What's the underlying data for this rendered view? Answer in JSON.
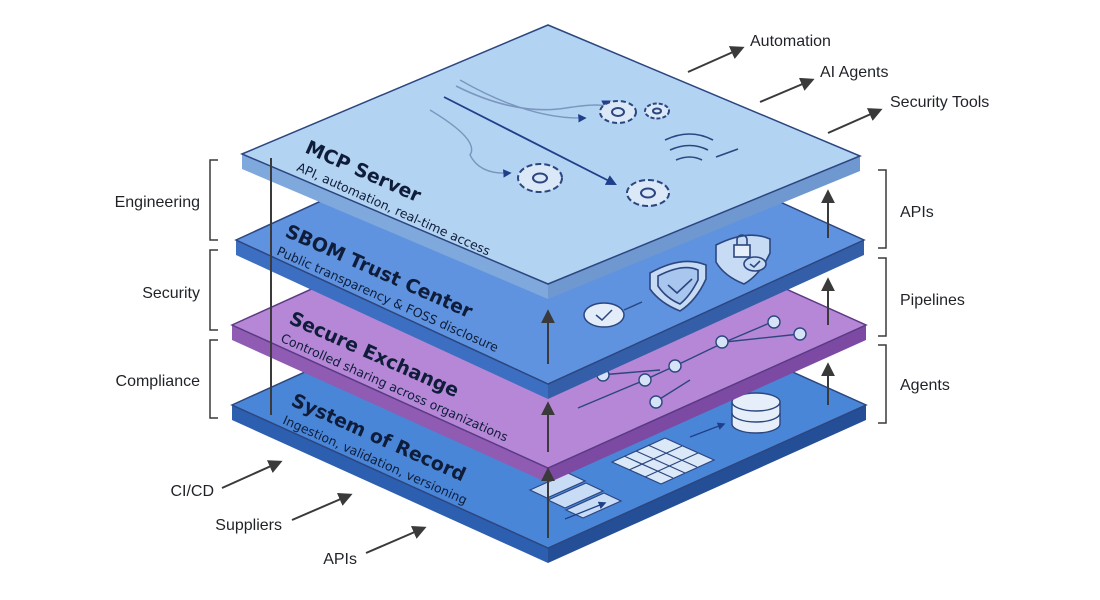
{
  "diagram": {
    "layers": [
      {
        "id": "system-of-record",
        "title": "System of Record",
        "subtitle": "Ingestion, validation, versioning"
      },
      {
        "id": "secure-exchange",
        "title": "Secure Exchange",
        "subtitle": "Controlled sharing across organizations"
      },
      {
        "id": "sbom-trust-center",
        "title": "SBOM Trust Center",
        "subtitle": "Public transparency & FOSS disclosure"
      },
      {
        "id": "mcp-server",
        "title": "MCP Server",
        "subtitle": "API, automation, real-time access"
      }
    ],
    "left_groups": [
      "Engineering",
      "Security",
      "Compliance"
    ],
    "right_groups": [
      "APIs",
      "Pipelines",
      "Agents"
    ],
    "inputs": [
      "CI/CD",
      "Suppliers",
      "APIs"
    ],
    "outputs": [
      "Automation",
      "AI Agents",
      "Security Tools"
    ],
    "colors": {
      "system_of_record": "#4a86d8",
      "secure_exchange": "#b587d6",
      "sbom_trust_center": "#5f93df",
      "mcp_server": "#b3d3f2",
      "outline": "#2c4680",
      "arrow": "#3a3a3a"
    }
  }
}
